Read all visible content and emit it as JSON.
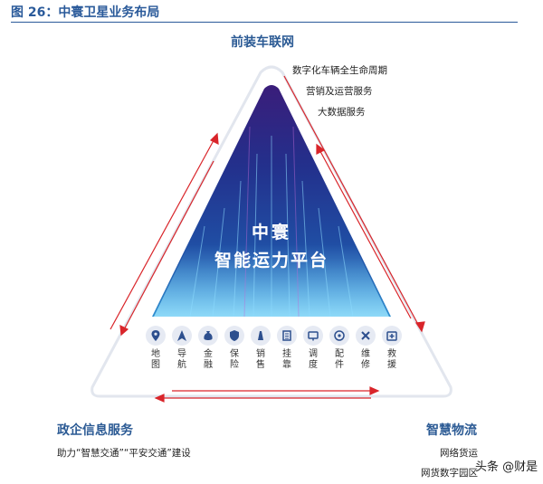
{
  "figure": {
    "title": "图 26：中寰卫星业务布局"
  },
  "top": {
    "title": "前装车联网",
    "items": [
      "数字化车辆全生命周期",
      "营销及运营服务",
      "大数据服务"
    ]
  },
  "center": {
    "line1": "中寰",
    "line2": "智能运力平台"
  },
  "services": [
    {
      "label": "地图",
      "icon": "map-pin-icon"
    },
    {
      "label": "导航",
      "icon": "navigation-icon"
    },
    {
      "label": "金融",
      "icon": "money-bag-icon"
    },
    {
      "label": "保险",
      "icon": "shield-icon"
    },
    {
      "label": "销售",
      "icon": "car-sales-icon"
    },
    {
      "label": "挂靠",
      "icon": "document-list-icon"
    },
    {
      "label": "调度",
      "icon": "dispatch-monitor-icon"
    },
    {
      "label": "配件",
      "icon": "wheel-parts-icon"
    },
    {
      "label": "维修",
      "icon": "wrench-tools-icon"
    },
    {
      "label": "救援",
      "icon": "first-aid-icon"
    }
  ],
  "left": {
    "title": "政企信息服务",
    "subtitle": "助力“智慧交通”“平安交通”建设"
  },
  "right": {
    "title": "智慧物流",
    "items": [
      "网络货运",
      "网货数字园区"
    ]
  },
  "watermark": {
    "text": "头条 @财是"
  },
  "colors": {
    "title_blue": "#2a5a9a",
    "arrow_red": "#d9252a",
    "platform_navy": "#1d2d7a"
  }
}
